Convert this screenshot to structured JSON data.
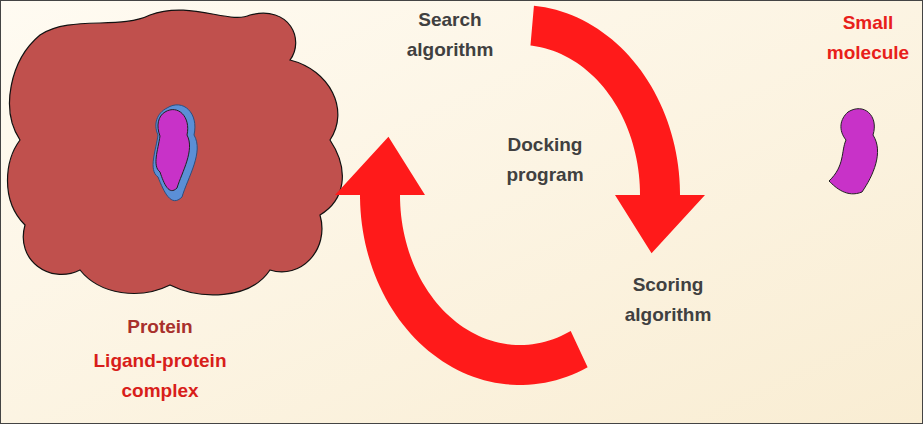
{
  "diagram": {
    "labels": [
      "Search algorithm",
      "Small molecule",
      "Docking program",
      "Scoring algorithm",
      "Protein",
      "Ligand-protein complex"
    ]
  }
}
